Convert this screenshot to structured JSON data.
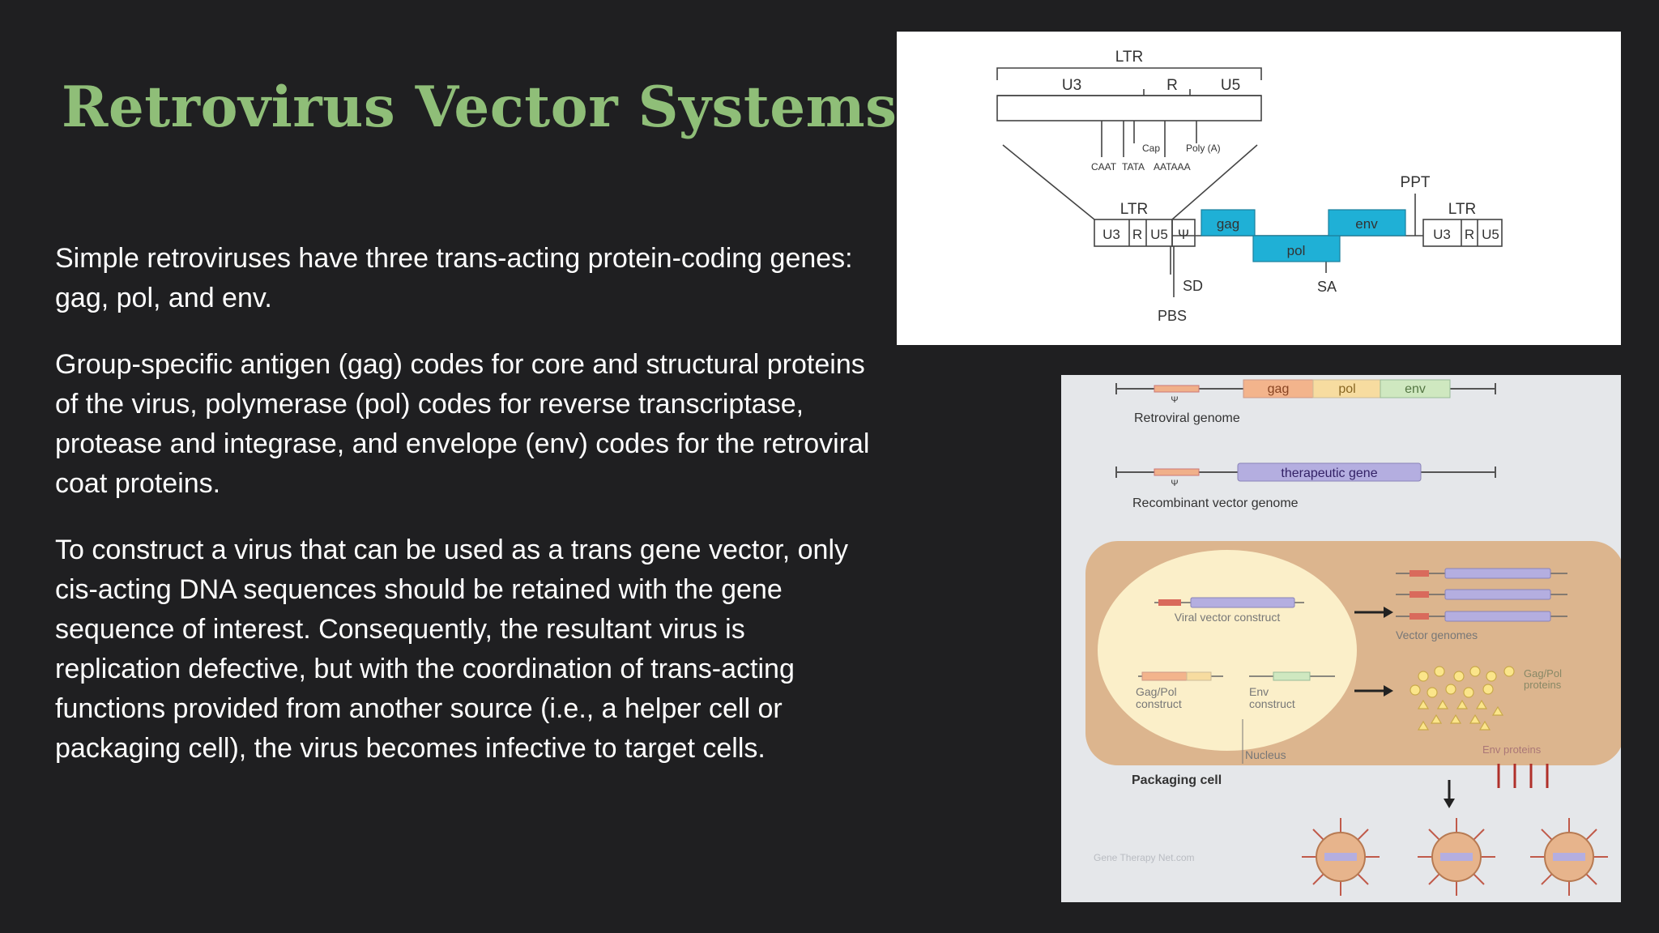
{
  "slide": {
    "title": "Retrovirus Vector Systems",
    "paragraphs": [
      "Simple retroviruses have three trans-acting protein-coding genes: gag, pol, and env.",
      "Group-specific antigen (gag) codes for core and structural proteins of the virus, polymerase (pol) codes for reverse transcriptase, protease and integrase, and envelope (env)  codes for the retroviral coat proteins.",
      "To construct a virus that can be used as a trans gene vector, only cis-acting DNA sequences should be retained with the gene sequence of interest. Consequently, the resultant virus is replication defective, but with the coordination of trans-acting functions provided from another source (i.e., a helper cell or packaging cell), the virus becomes infective to target cells."
    ]
  },
  "figure_genome": {
    "ltr_top": "LTR",
    "u3": "U3",
    "r": "R",
    "u5": "U5",
    "cap": "Cap",
    "polya": "Poly (A)",
    "caat": "CAAT",
    "tata": "TATA",
    "aataaa": "AATAAA",
    "ltr_left": "LTR",
    "ltr_right": "LTR",
    "psi": "Ψ",
    "gag": "gag",
    "pol": "pol",
    "env": "env",
    "ppt": "PPT",
    "sd": "SD",
    "sa": "SA",
    "pbs": "PBS",
    "colors": {
      "gene_box": "#1fb0d6"
    }
  },
  "figure_vector": {
    "gag": "gag",
    "pol": "pol",
    "env": "env",
    "psi": "Ψ",
    "retroviral_genome": "Retroviral genome",
    "therapeutic_gene": "therapeutic gene",
    "recombinant_vector_genome": "Recombinant vector genome",
    "viral_vector_construct": "Viral vector construct",
    "vector_genomes": "Vector genomes",
    "gagpol_construct_1": "Gag/Pol",
    "gagpol_construct_2": "construct",
    "env_construct_1": "Env",
    "env_construct_2": "construct",
    "gagpol_proteins_1": "Gag/Pol",
    "gagpol_proteins_2": "proteins",
    "nucleus": "Nucleus",
    "env_proteins": "Env proteins",
    "packaging_cell": "Packaging cell",
    "watermark": "Gene Therapy Net.com"
  }
}
